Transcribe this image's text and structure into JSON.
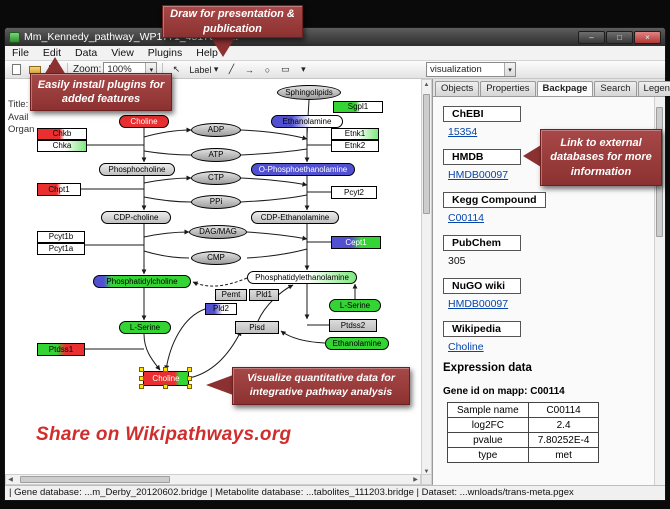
{
  "window": {
    "title": "Mm_Kennedy_pathway_WP1771_45176.gp..."
  },
  "icons": {
    "dropdown": "▾",
    "minimize": "–",
    "maximize": "□",
    "close": "×",
    "scroll_up": "▲",
    "scroll_down": "▼",
    "scroll_left": "◀",
    "scroll_right": "▶",
    "select_tool": "↖",
    "line_tool": "╱",
    "arrow_tool": "→",
    "oval_tool": "○",
    "rect_tool": "▭"
  },
  "menu": {
    "items": [
      "File",
      "Edit",
      "Data",
      "View",
      "Plugins",
      "Help"
    ]
  },
  "toolbar": {
    "zoom_label": "Zoom:",
    "zoom_value": "100%",
    "label_tool": "Label",
    "visualization_value": "visualization"
  },
  "side_info": {
    "title": "Title:",
    "available": "Avail",
    "organism": "Organ"
  },
  "right_panel": {
    "tabs": [
      "Objects",
      "Properties",
      "Backpage",
      "Search",
      "Legend"
    ]
  },
  "backpage": {
    "sections": [
      {
        "name": "ChEBI",
        "value": "15354"
      },
      {
        "name": "HMDB",
        "value": "HMDB00097"
      },
      {
        "name": "Kegg Compound",
        "value": "C00114"
      },
      {
        "name": "PubChem",
        "value": "305"
      },
      {
        "name": "NuGO wiki",
        "value": "HMDB00097"
      },
      {
        "name": "Wikipedia",
        "value": "Choline"
      }
    ],
    "expression_title": "Expression data",
    "gene_id_line": "Gene id on mapp: C00114",
    "table": {
      "rows": [
        [
          "Sample name",
          "C00114"
        ],
        [
          "log2FC",
          "2.4"
        ],
        [
          "pvalue",
          "7.80252E-4"
        ],
        [
          "type",
          "met"
        ]
      ]
    }
  },
  "statusbar": {
    "text": "| Gene database: ...m_Derby_20120602.bridge | Metabolite database: ...tabolites_111203.bridge | Dataset: ...wnloads/trans-meta.pgex"
  },
  "callouts": {
    "draw": "Draw for presentation & publication",
    "plugins": "Easily install plugins for added features",
    "link": "Link  to external databases  for more information",
    "visualize": "Visualize quantitative data  for integrative pathway analysis",
    "share": "Share on Wikipathways.org"
  },
  "colors": {
    "callout_maroon": "#8c3131",
    "link_blue": "#0645ad",
    "selection_yellow": "#ffe400",
    "node_red": "#e92f2f",
    "node_green": "#35d435",
    "node_blue": "#5050d0"
  },
  "pathway": {
    "nodes": [
      {
        "label": "Sphingolipids"
      },
      {
        "label": "Sgpl1"
      },
      {
        "label": "Choline"
      },
      {
        "label": "Ethanolamine"
      },
      {
        "label": "Chkb"
      },
      {
        "label": "Chka"
      },
      {
        "label": "Etnk1"
      },
      {
        "label": "Etnk2"
      },
      {
        "label": "ADP"
      },
      {
        "label": "ATP"
      },
      {
        "label": "Phosphocholine"
      },
      {
        "label": "O-Phosphoethanolamine"
      },
      {
        "label": "Chpt1"
      },
      {
        "label": "CTP"
      },
      {
        "label": "PPi"
      },
      {
        "label": "Pcyt2"
      },
      {
        "label": "CDP-choline"
      },
      {
        "label": "CDP-Ethanolamine"
      },
      {
        "label": "DAG/MAG"
      },
      {
        "label": "Pcyt1b"
      },
      {
        "label": "Pcyt1a"
      },
      {
        "label": "Cept1"
      },
      {
        "label": "CMP"
      },
      {
        "label": "Phosphatidylcholine"
      },
      {
        "label": "Phosphatidylethanolamine"
      },
      {
        "label": "Pemt"
      },
      {
        "label": "Pld1"
      },
      {
        "label": "Pld2"
      },
      {
        "label": "Pisd"
      },
      {
        "label": "L-Serine"
      },
      {
        "label": "Ptdss2"
      },
      {
        "label": "Ethanolamine"
      },
      {
        "label": "L-Serine"
      },
      {
        "label": "Ptdss1"
      },
      {
        "label": "Choline"
      }
    ]
  }
}
